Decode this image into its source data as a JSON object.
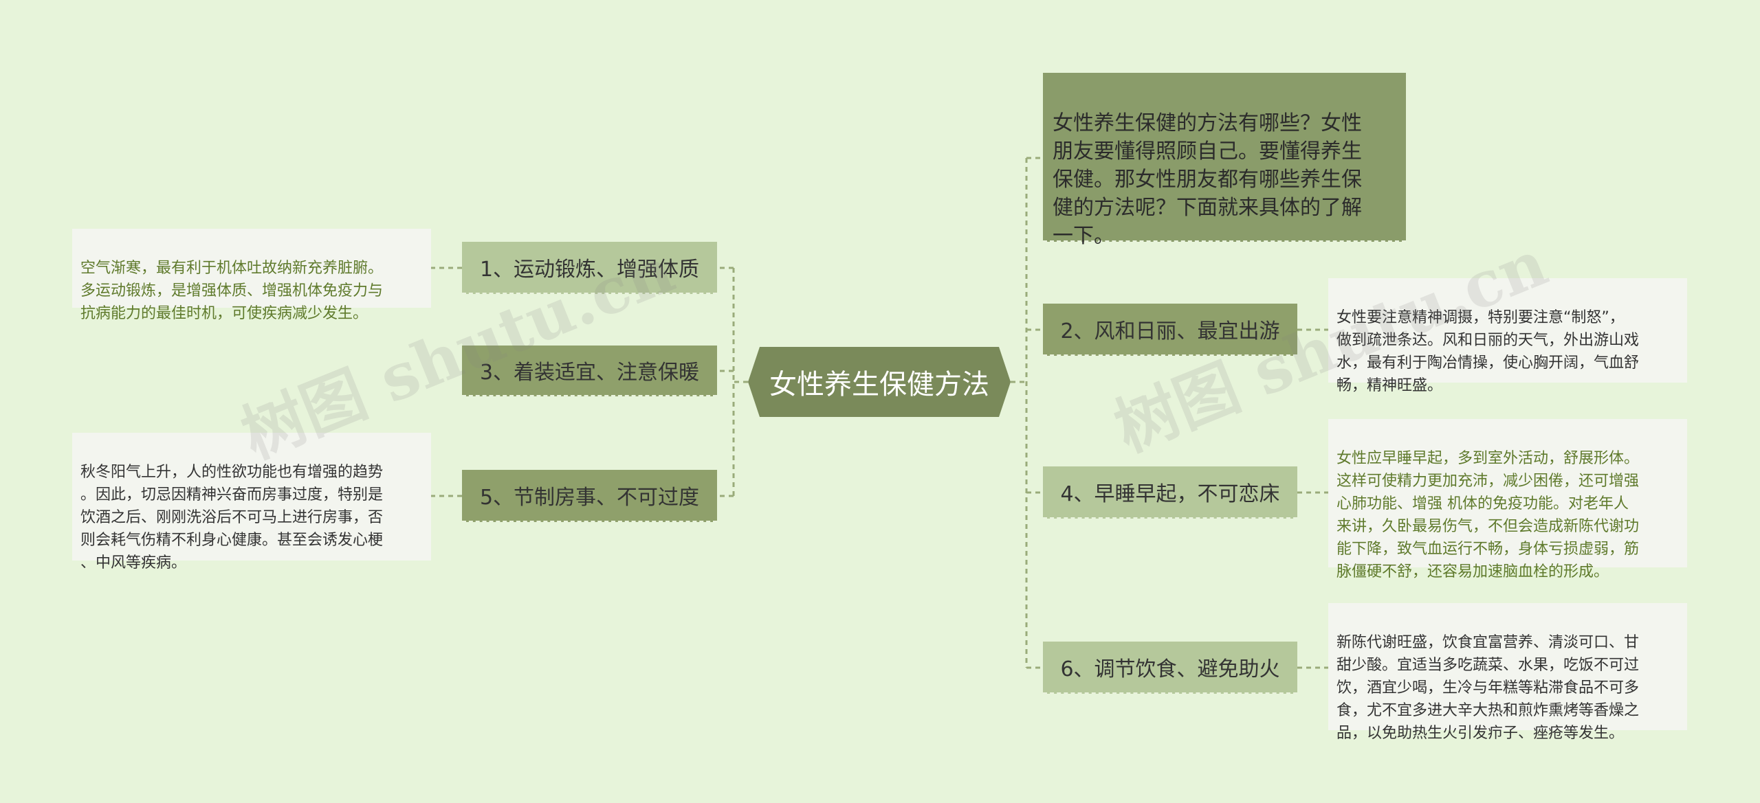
{
  "center": {
    "label": "女性养生保健方法"
  },
  "intro": {
    "text": "女性养生保健的方法有哪些？女性\n朋友要懂得照顾自己。要懂得养生\n保健。那女性朋友都有哪些养生保\n健的方法呢？下面就来具体的了解\n一下。"
  },
  "branches": [
    {
      "label": "1、运动锻炼、增强体质",
      "leaf": "空气渐寒，最有利于机体吐故纳新充养脏腑。\n多运动锻炼，是增强体质、增强机体免疫力与\n抗病能力的最佳时机，可使疾病减少发生。"
    },
    {
      "label": "3、着装适宜、注意保暖"
    },
    {
      "label": "5、节制房事、不可过度",
      "leaf": "秋冬阳气上升，人的性欲功能也有增强的趋势\n。因此，切忌因精神兴奋而房事过度，特别是\n饮酒之后、刚刚洗浴后不可马上进行房事，否\n则会耗气伤精不利身心健康。甚至会诱发心梗\n、中风等疾病。"
    },
    {
      "label": "2、风和日丽、最宜出游",
      "leaf": "女性要注意精神调摄，特别要注意“制怒”，\n做到疏泄条达。风和日丽的天气，外出游山戏\n水，最有利于陶冶情操，使心胸开阔，气血舒\n畅，精神旺盛。"
    },
    {
      "label": "4、早睡早起，不可恋床",
      "leaf": "女性应早睡早起，多到室外活动，舒展形体。\n这样可使精力更加充沛，减少困倦，还可增强\n心肺功能、增强 机体的免疫功能。对老年人\n来讲，久卧最易伤气，不但会造成新陈代谢功\n能下降，致气血运行不畅，身体亏损虚弱，筋\n脉僵硬不舒，还容易加速脑血栓的形成。"
    },
    {
      "label": "6、调节饮食、避免助火",
      "leaf": "新陈代谢旺盛，饮食宜富营养、清淡可口、甘\n甜少酸。宜适当多吃蔬菜、水果，吃饭不可过\n饮，酒宜少喝，生冷与年糕等粘滞食品不可多\n食，尤不宜多进大辛大热和煎炸熏烤等香燥之\n品，以免助热生火引发疖子、痤疮等发生。"
    }
  ],
  "watermarks": [
    "树图 shutu.cn",
    "树图 shutu.cn"
  ],
  "colors": {
    "background": "#e7f4da",
    "center": "#7a8a5a",
    "branch": "#b5c89b",
    "branch_dark": "#8fa06b",
    "leaf_bg": "#f3f5ef",
    "link": "#9aab7a"
  }
}
